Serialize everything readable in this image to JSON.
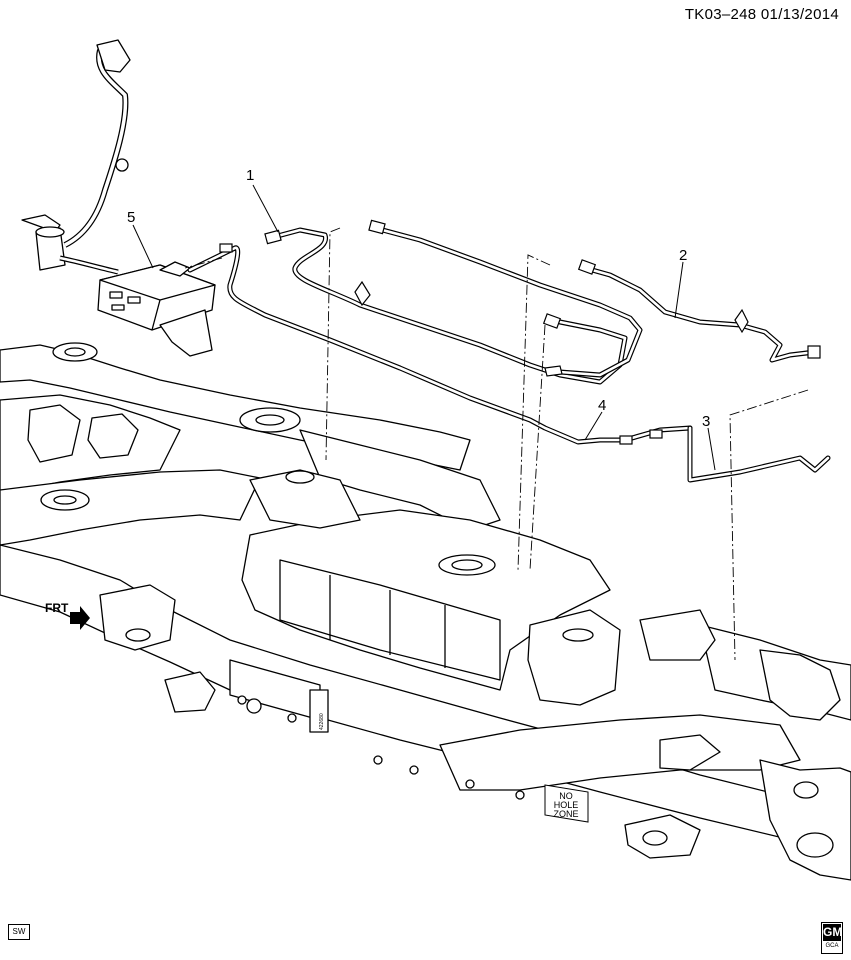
{
  "header": {
    "doc_id": "TK03–248  01/13/2014"
  },
  "callouts": {
    "c1": "1",
    "c2": "2",
    "c3": "3",
    "c4": "4",
    "c5": "5"
  },
  "labels": {
    "front_arrow": "FRT",
    "no_hole_zone": [
      "NO",
      "HOLE",
      "ZONE"
    ],
    "frame_stamp": "422680"
  },
  "footer": {
    "sw_badge": "SW",
    "gm_logo": "GM",
    "gm_logo_sub": "GCA"
  }
}
